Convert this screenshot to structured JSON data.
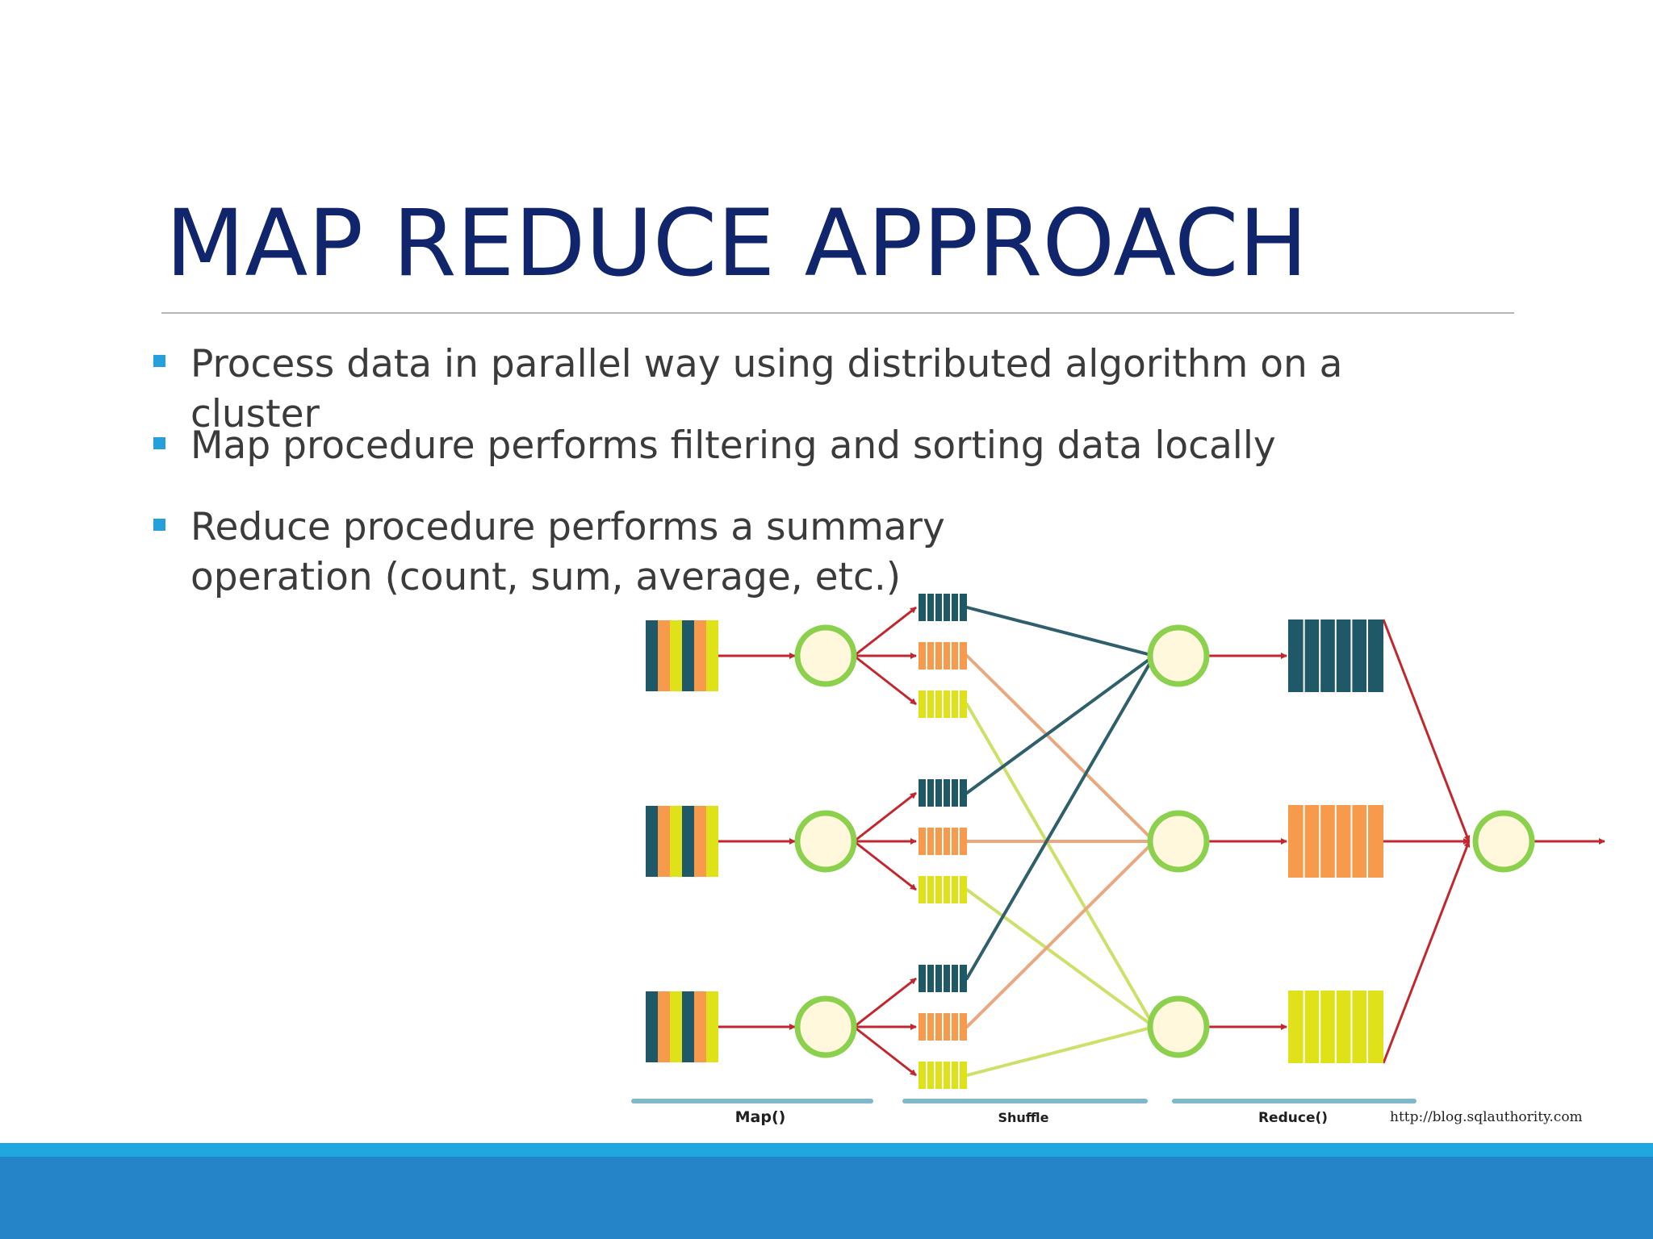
{
  "slide": {
    "title": "MAP REDUCE APPROACH",
    "bullets": [
      {
        "text": "Process data in parallel way using distributed algorithm on a cluster"
      },
      {
        "text": "Map procedure performs filtering and sorting data locally"
      },
      {
        "text": "Reduce procedure performs a summary operation (count, sum, average, etc.)"
      }
    ]
  },
  "diagram": {
    "stages": [
      "Map()",
      "Shuffle",
      "Reduce()"
    ],
    "credit": "http://blog.sqlauthority.com",
    "colors": {
      "dark_teal": "#1f5866",
      "orange": "#f79a4c",
      "yellow": "#dfe219",
      "node_fill": "#fff8dc",
      "node_ring": "#8cd14d",
      "arrow_red": "#c1272d",
      "stage_bar": "#7fb8c9"
    }
  },
  "colors": {
    "title": "#10256b",
    "text": "#3b3b3b",
    "bullet_marker": "#24a1dd",
    "footer_light": "#20a7e0",
    "footer_dark": "#2583c8"
  }
}
